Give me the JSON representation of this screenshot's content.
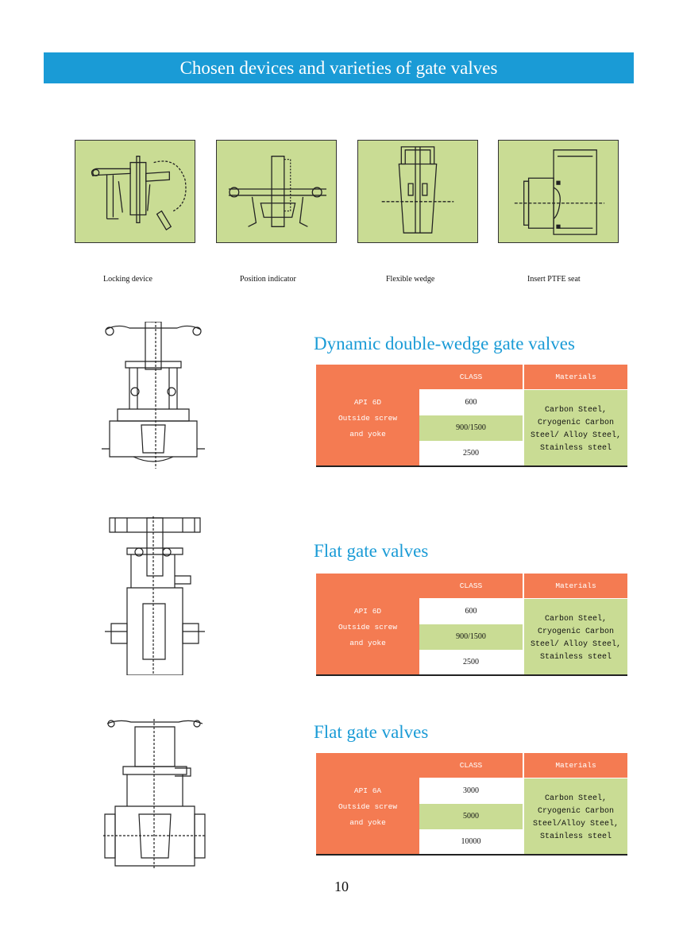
{
  "header": {
    "title": "Chosen devices and varieties of gate valves"
  },
  "devices": [
    {
      "icon": "locking-device-drawing",
      "caption": "Locking device"
    },
    {
      "icon": "position-indicator-drawing",
      "caption": "Position indicator"
    },
    {
      "icon": "flexible-wedge-drawing",
      "caption": "Flexible wedge"
    },
    {
      "icon": "insert-ptfe-seat-drawing",
      "caption": "Insert PTFE seat"
    }
  ],
  "sections": [
    {
      "title": "Dynamic double-wedge gate valves",
      "left": [
        "API 6D",
        "Outside screw",
        "and yoke"
      ],
      "class_header": "CLASS",
      "materials_header": "Materials",
      "classes": [
        "600",
        "900/1500",
        "2500"
      ],
      "materials": [
        "Carbon Steel,",
        "Cryogenic Carbon",
        "Steel/ Alloy Steel,",
        "Stainless steel"
      ]
    },
    {
      "title": "Flat gate valves",
      "left": [
        "API 6D",
        "Outside screw",
        "and yoke"
      ],
      "class_header": "CLASS",
      "materials_header": "Materials",
      "classes": [
        "600",
        "900/1500",
        "2500"
      ],
      "materials": [
        "Carbon Steel,",
        "Cryogenic Carbon",
        "Steel/ Alloy Steel,",
        "Stainless steel"
      ]
    },
    {
      "title": "Flat gate valves",
      "left": [
        "API 6A",
        "Outside screw",
        "and yoke"
      ],
      "class_header": "CLASS",
      "materials_header": "Materials",
      "classes": [
        "3000",
        "5000",
        "10000"
      ],
      "materials": [
        "Carbon Steel,",
        "Cryogenic Carbon",
        "Steel/Alloy Steel,",
        "Stainless steel"
      ]
    }
  ],
  "colors": {
    "banner": "#1a9bd6",
    "accent_orange": "#f47b52",
    "accent_green": "#c9dc94",
    "title_blue": "#1a9bd6"
  },
  "footer": {
    "page_number": "10"
  }
}
